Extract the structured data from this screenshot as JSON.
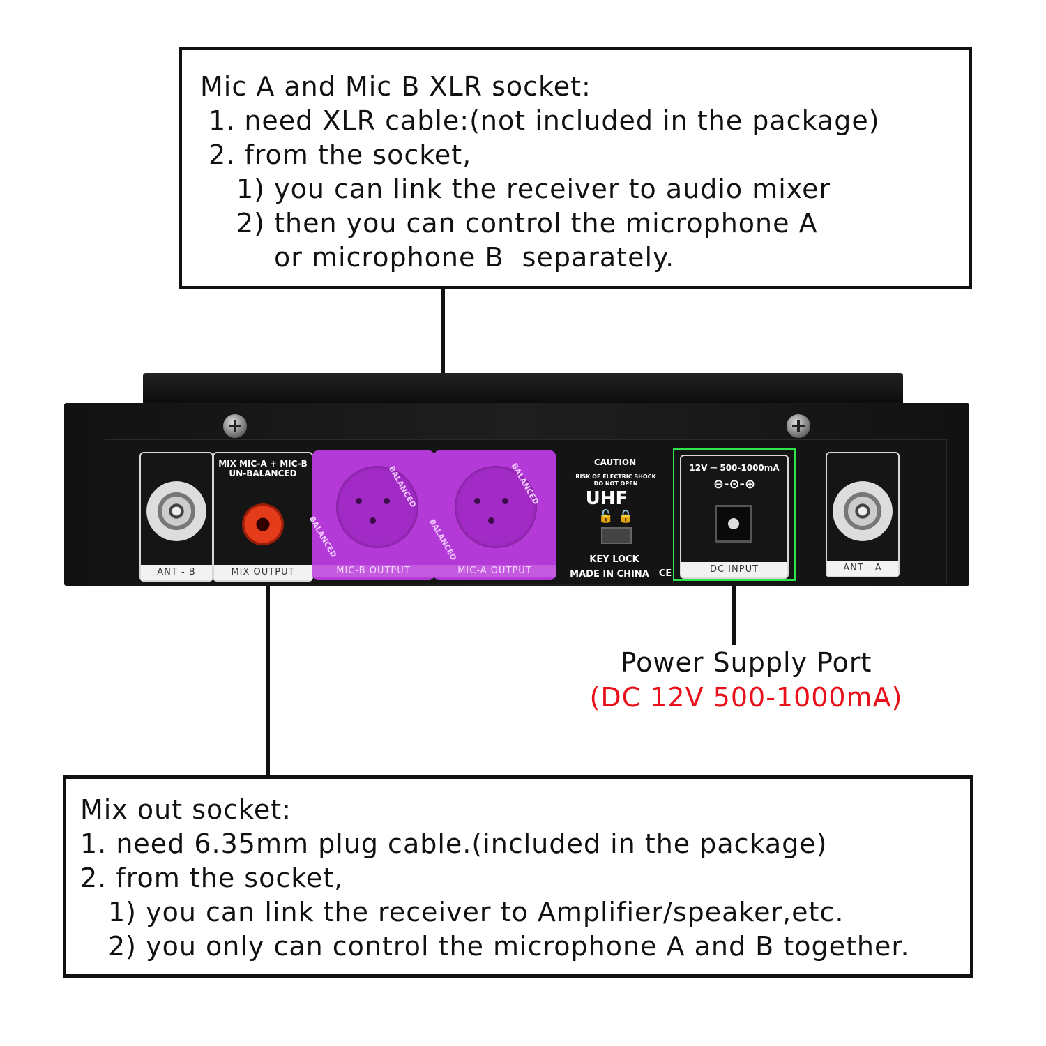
{
  "top_callout": {
    "line1": "Mic A and Mic B XLR socket:",
    "line2": "1. need XLR cable:(not included in the package)",
    "line3": "2. from the socket,",
    "line4": "1) you can link the receiver to audio mixer",
    "line5": "2) then you can control the microphone A",
    "line6": "or microphone B  separately."
  },
  "bottom_callout": {
    "line1": "Mix out socket:",
    "line2": "1. need 6.35mm plug cable.(included in the package)",
    "line3": "2. from the socket,",
    "line4": "1) you can link the receiver to Amplifier/speaker,etc.",
    "line5": "2) you only can control the microphone A and B together."
  },
  "power_callout": {
    "title": "Power Supply Port",
    "spec": "(DC 12V 500-1000mA)",
    "spec_color": "#e8101a"
  },
  "device": {
    "ant_b": "ANT - B",
    "mix_header": "MIX MIC-A + MIC-B\nUN-BALANCED",
    "mix_output": "MIX OUTPUT",
    "balanced": "BALANCED",
    "mic_b_output": "MIC-B  OUTPUT",
    "mic_a_output": "MIC-A OUTPUT",
    "xlr_color": "#b43ad8",
    "caution": "CAUTION",
    "caution_sub": "RISK OF ELECTRIC SHOCK\nDO NOT OPEN",
    "uhf": "UHF",
    "key_lock": "KEY LOCK",
    "made_in": "MADE IN CHINA",
    "ce": "CE",
    "dc_rating": "12V ⎓ 500-1000mA",
    "polarity": "⊖-⊙-⊕",
    "dc_input": "DC  INPUT",
    "ant_a": "ANT - A"
  }
}
